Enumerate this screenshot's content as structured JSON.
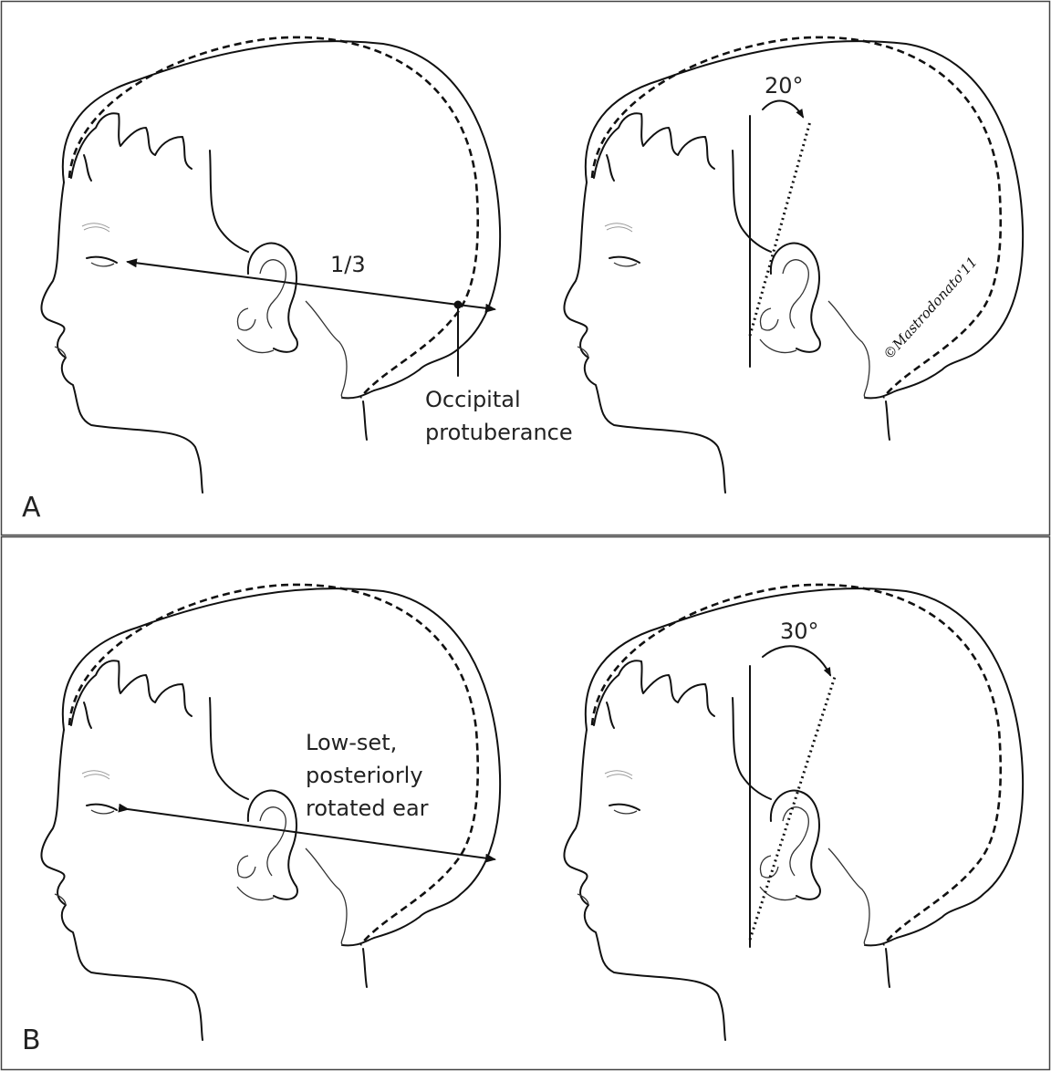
{
  "panels": [
    {
      "label": "A",
      "measurement_label": "1/3",
      "landmark_label_line1": "Occipital",
      "landmark_label_line2": "protuberance",
      "angle_label": "20°",
      "angle_degrees": 20
    },
    {
      "label": "B",
      "ear_label_line1": "Low-set,",
      "ear_label_line2": "posteriorly",
      "ear_label_line3": "rotated ear",
      "angle_label": "30°",
      "angle_degrees": 30
    }
  ],
  "signature": "©Mastrodonato'11"
}
